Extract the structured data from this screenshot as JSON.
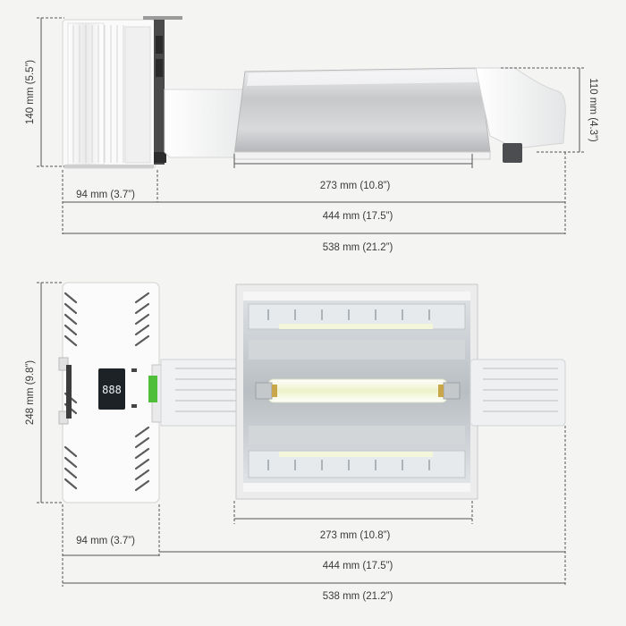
{
  "colors": {
    "background": "#f4f4f3",
    "dimension_line": "#555555",
    "ballast_body": "#f7f7f7",
    "reflector_silver": "#c9cacc",
    "lamp_glow": "#f6f8dc",
    "display_bg": "#1d2226",
    "display_digits": "#eef3f6",
    "indicator_green": "#4fbf3a"
  },
  "top_view": {
    "height_total": "140 mm (5.5”)",
    "height_reflector": "110 mm (4.3”)",
    "width_reflector": "273 mm (10.8”)",
    "width_ballast": "94 mm (3.7”)",
    "width_partial": "444 mm (17.5”)",
    "width_total": "538 mm (21.2”)"
  },
  "bottom_view": {
    "height_total": "248 mm (9.8”)",
    "display_readout": "888",
    "width_reflector": "273 mm (10.8”)",
    "width_ballast": "94 mm (3.7”)",
    "width_partial": "444 mm (17.5”)",
    "width_total": "538 mm (21.2”)"
  }
}
